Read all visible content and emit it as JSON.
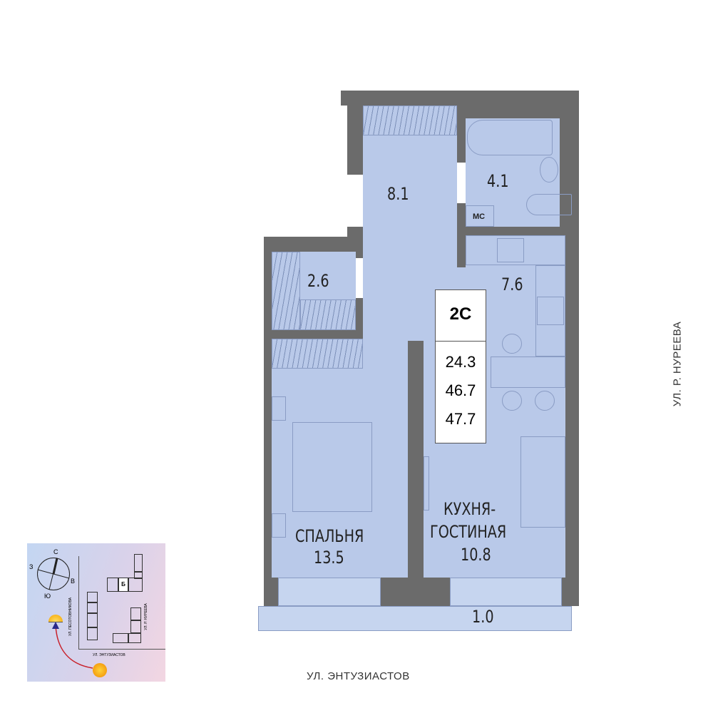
{
  "apartment_type": "2С",
  "areas": {
    "living": "24.3",
    "total": "46.7",
    "total_with_balcony": "47.7"
  },
  "rooms": {
    "hall": "8.1",
    "bathroom": "4.1",
    "closet": "2.6",
    "kitchen": "7.6",
    "bedroom_name": "СПАЛЬНЯ",
    "bedroom": "13.5",
    "living_name_1": "КУХНЯ-",
    "living_name_2": "ГОСТИНАЯ",
    "living": "10.8",
    "balcony": "1.0",
    "utility_label": "МС"
  },
  "streets": {
    "bottom": "УЛ. ЭНТУЗИАСТОВ",
    "right": "УЛ. Р. НУРЕЕВА"
  },
  "minimap": {
    "compass": {
      "n": "С",
      "s": "Ю",
      "w": "З",
      "e": "В"
    },
    "building_label": "Б",
    "street_left": "УЛ. ПЕСОТОВНИКОВА",
    "street_right": "УЛ. Р. НУРЕЕВА",
    "street_bottom": "УЛ. ЭНТУЗИАСТОВ"
  },
  "colors": {
    "wall": "#6b6b6b",
    "floor": "#b9c9e9"
  }
}
